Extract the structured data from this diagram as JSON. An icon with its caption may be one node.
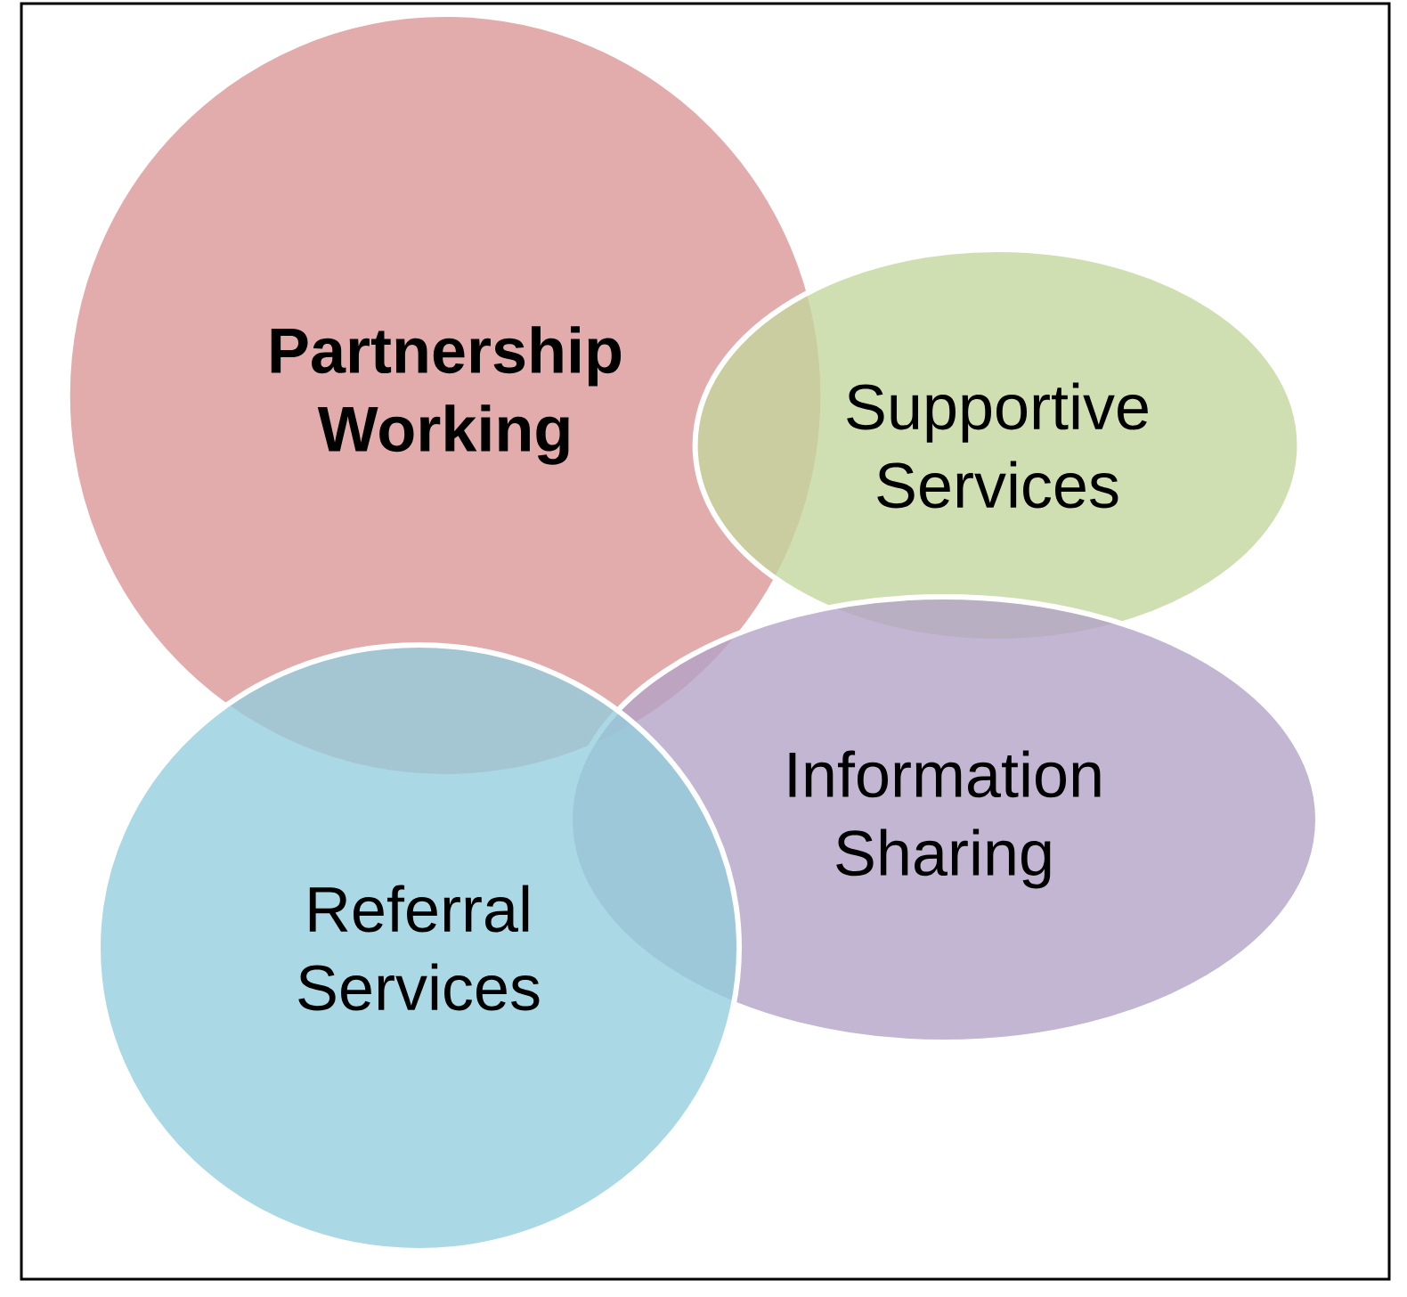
{
  "diagram": {
    "nodes": [
      {
        "text": [
          "Partnership Working"
        ]
      },
      {
        "text": [
          "Supportive Services"
        ]
      },
      {
        "text": [
          "Information Sharing"
        ]
      },
      {
        "text": [
          "Referral Services"
        ]
      }
    ]
  }
}
